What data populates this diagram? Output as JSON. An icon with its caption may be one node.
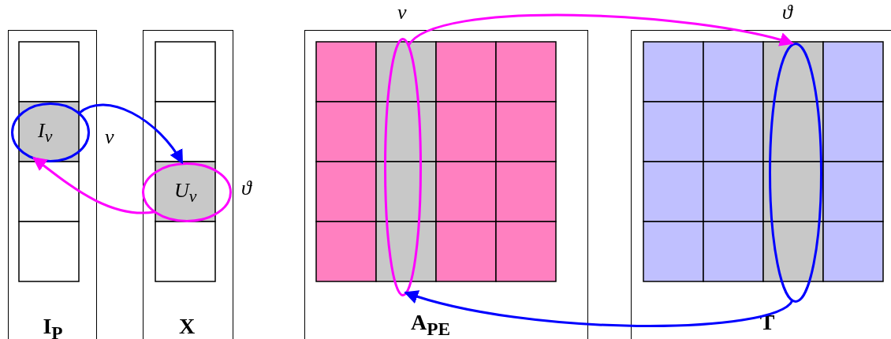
{
  "diagram": {
    "nodes": [
      {
        "text": [
          "I$_{P}$"
        ]
      },
      {
        "text": [
          "I$_{v}$"
        ],
        "in": 0,
        "beside": [
          "v"
        ]
      },
      {
        "text": [
          "X"
        ]
      },
      {
        "text": [
          "U$_{v}$"
        ],
        "in": 2,
        "beside": [
          "ϑ"
        ]
      },
      {
        "text": [
          "A$_{PE}$"
        ]
      },
      {
        "text": [],
        "shape": "ellipse",
        "in": 4,
        "beside": [
          "v"
        ]
      },
      {
        "text": [
          "T"
        ]
      },
      {
        "text": [],
        "shape": "ellipse",
        "in": 6,
        "beside": [
          "ϑ"
        ]
      }
    ],
    "edges": [
      {
        "from": 1,
        "to": 3,
        "arrow": "to",
        "color": "#0000ff"
      },
      {
        "from": 3,
        "to": 1,
        "arrow": "to",
        "color": "#ff00ff"
      },
      {
        "from": 5,
        "to": 7,
        "arrow": "to",
        "color": "#ff00ff"
      },
      {
        "from": 7,
        "to": 5,
        "arrow": "to",
        "color": "#0000ff"
      }
    ]
  }
}
